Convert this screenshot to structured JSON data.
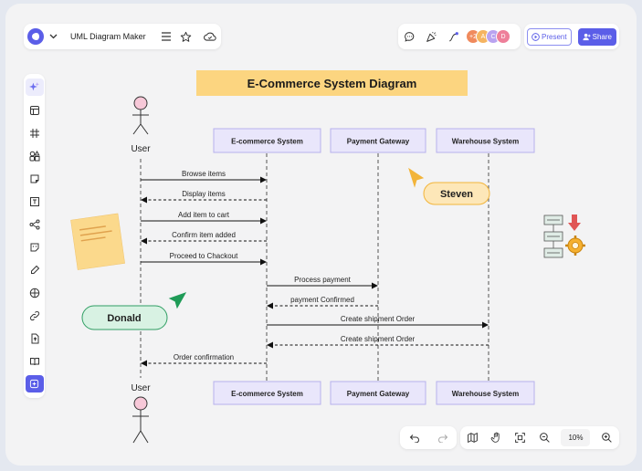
{
  "app": {
    "title": "UML Diagram Maker",
    "present_label": "Present",
    "share_label": "Share",
    "avatars": [
      {
        "text": "+2",
        "color": "#f08a5d"
      },
      {
        "text": "A",
        "color": "#f5b461"
      },
      {
        "text": "C",
        "color": "#b9a3f0"
      },
      {
        "text": "D",
        "color": "#ee7f9a"
      }
    ],
    "zoom": "10%"
  },
  "diagram": {
    "title": "E-Commerce System Diagram",
    "actor_label": "User",
    "participants": [
      "E-commerce System",
      "Payment Gateway",
      "Warehouse System"
    ],
    "messages": [
      {
        "text": "Browse items",
        "from": 0,
        "to": 1,
        "dashed": false
      },
      {
        "text": "Display items",
        "from": 1,
        "to": 0,
        "dashed": true
      },
      {
        "text": "Add item to cart",
        "from": 0,
        "to": 1,
        "dashed": false
      },
      {
        "text": "Confirm item added",
        "from": 1,
        "to": 0,
        "dashed": true
      },
      {
        "text": "Proceed to Chackout",
        "from": 0,
        "to": 1,
        "dashed": false
      },
      {
        "text": "Process payment",
        "from": 1,
        "to": 2,
        "dashed": false
      },
      {
        "text": "payment Confirmed",
        "from": 2,
        "to": 1,
        "dashed": true
      },
      {
        "text": "Create shipment Order",
        "from": 1,
        "to": 3,
        "dashed": false
      },
      {
        "text": "Create shipment Order",
        "from": 3,
        "to": 1,
        "dashed": true
      },
      {
        "text": "Order confirmation",
        "from": 1,
        "to": 0,
        "dashed": true
      }
    ]
  },
  "collaborators": [
    {
      "name": "Steven",
      "bg": "#fde7b8",
      "border": "#f2b43a",
      "cursor": "#f2b43a"
    },
    {
      "name": "Donald",
      "bg": "#d8f2e3",
      "border": "#2f9e63",
      "cursor": "#1f9b57"
    }
  ],
  "colors": {
    "accent": "#5b5ee8",
    "participant_fill": "#e9e6fb",
    "participant_border": "#b7b1ec",
    "title_fill": "#fcd580",
    "sticky": "#fbd98c"
  }
}
